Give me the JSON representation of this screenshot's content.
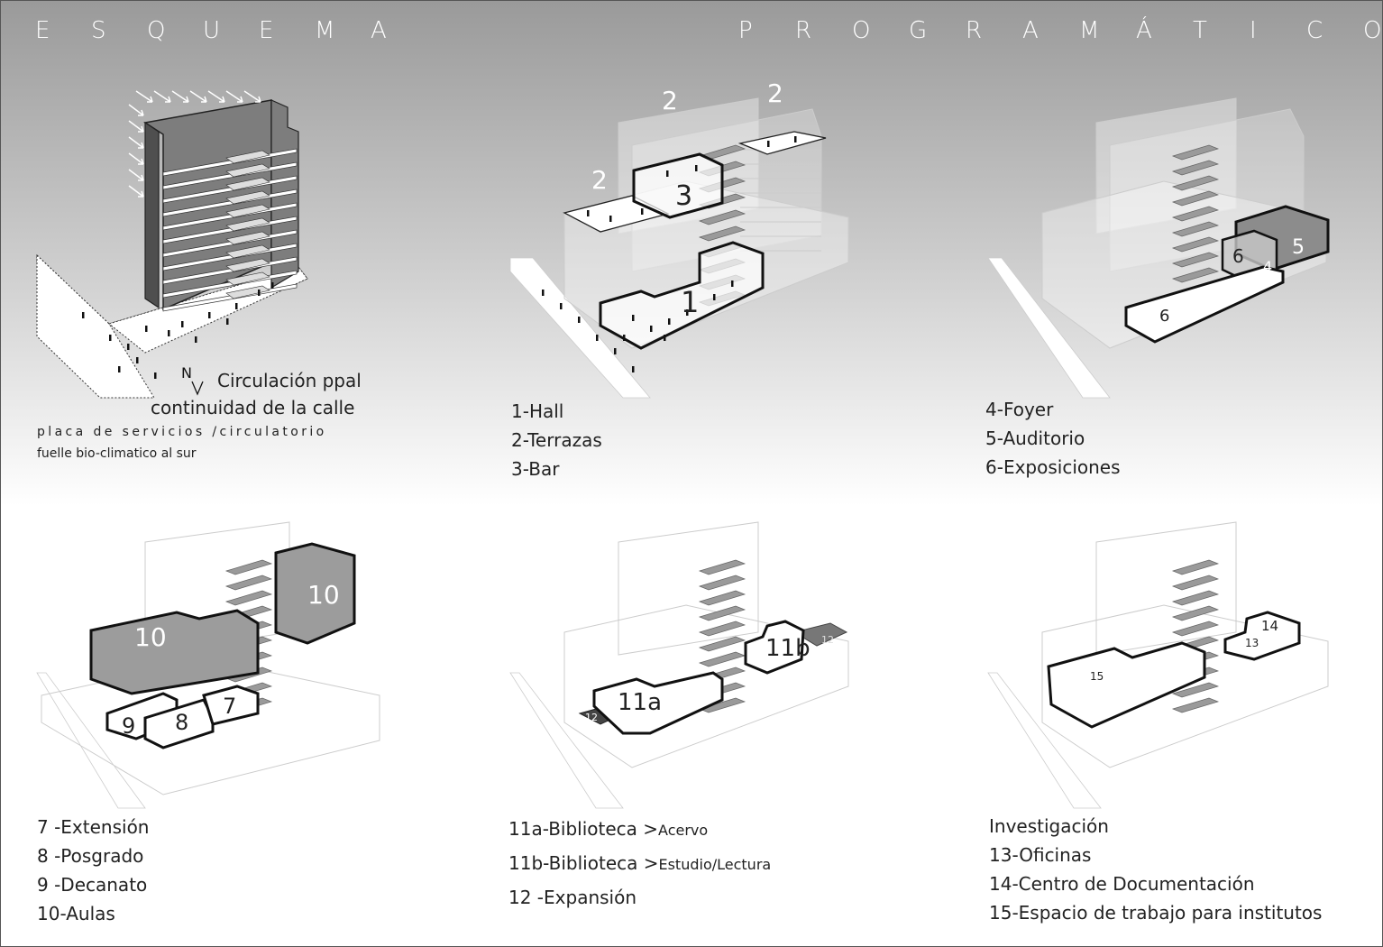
{
  "title": {
    "left": [
      "E",
      "S",
      "Q",
      "U",
      "E",
      "M",
      "A"
    ],
    "right": [
      "P",
      "R",
      "O",
      "G",
      "R",
      "A",
      "M",
      "Á",
      "T",
      "I",
      "C",
      "O"
    ]
  },
  "panel1": {
    "north": "N",
    "line1": "Circulación ppal",
    "line2": "continuidad de la calle",
    "line3": "placa de servicios /circulatorio",
    "line4": "fuelle bio-climatico al sur"
  },
  "panel2": {
    "labels": [
      "1",
      "2",
      "2",
      "2",
      "3"
    ],
    "items": [
      "1-Hall",
      "2-Terrazas",
      "3-Bar"
    ]
  },
  "panel3": {
    "labels": [
      "4",
      "5",
      "6",
      "6"
    ],
    "items": [
      "4-Foyer",
      "5-Auditorio",
      "6-Exposiciones"
    ]
  },
  "panel4": {
    "labels": [
      "7",
      "8",
      "9",
      "10",
      "10"
    ],
    "items": [
      "7 -Extensión",
      "8 -Posgrado",
      "9 -Decanato",
      "10-Aulas"
    ]
  },
  "panel5": {
    "labels": [
      "11a",
      "11b",
      "12",
      "12"
    ],
    "items": [
      {
        "main": "11a-Biblioteca >",
        "sub": "Acervo"
      },
      {
        "main": "11b-Biblioteca >",
        "sub": "Estudio/Lectura"
      },
      {
        "main": "12 -Expansión",
        "sub": ""
      }
    ]
  },
  "panel6": {
    "labels": [
      "13",
      "14",
      "15"
    ],
    "items": [
      "Investigación",
      "13-Oficinas",
      "14-Centro de Documentación",
      "15-Espacio de trabajo para institutos"
    ]
  }
}
